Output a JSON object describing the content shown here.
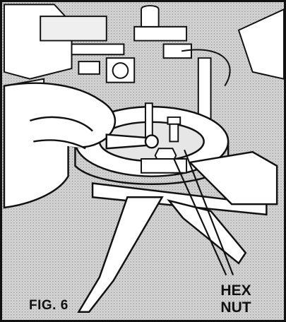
{
  "figure": {
    "label": "FIG. 6",
    "callout": {
      "line1": "HEX",
      "line2": "NUT"
    }
  },
  "colors": {
    "ink": "#111111",
    "paper": "#ffffff",
    "halftone_background": "#cfcfcf"
  }
}
